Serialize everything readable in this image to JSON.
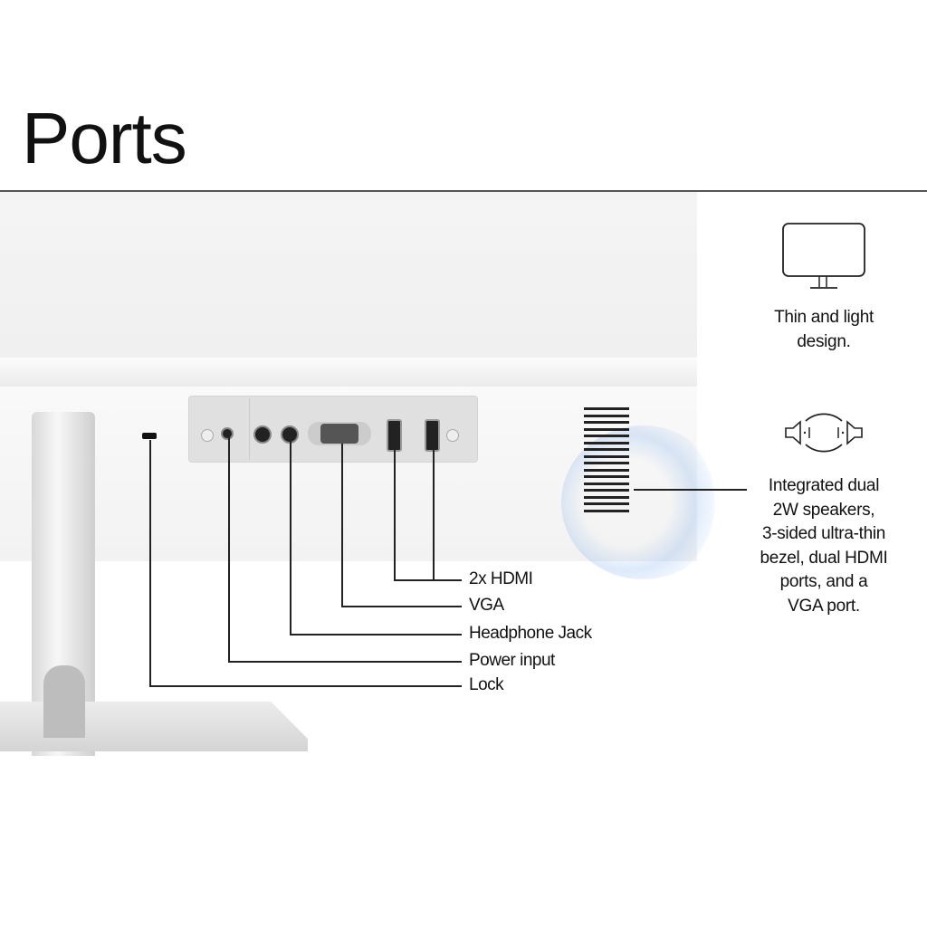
{
  "title": "Ports",
  "callouts": [
    "2x HDMI",
    "VGA",
    "Headphone Jack",
    "Power input",
    "Lock"
  ],
  "features": [
    {
      "icon": "monitor-icon",
      "lines": [
        "Thin and light",
        "design."
      ]
    },
    {
      "icon": "dual-speaker-icon",
      "lines": [
        "Integrated dual",
        "2W speakers,",
        "3-sided ultra-thin",
        "bezel, dual HDMI",
        "ports, and a",
        "VGA port."
      ]
    }
  ],
  "colors": {
    "glow": "#78aaeb",
    "line": "#222222"
  }
}
